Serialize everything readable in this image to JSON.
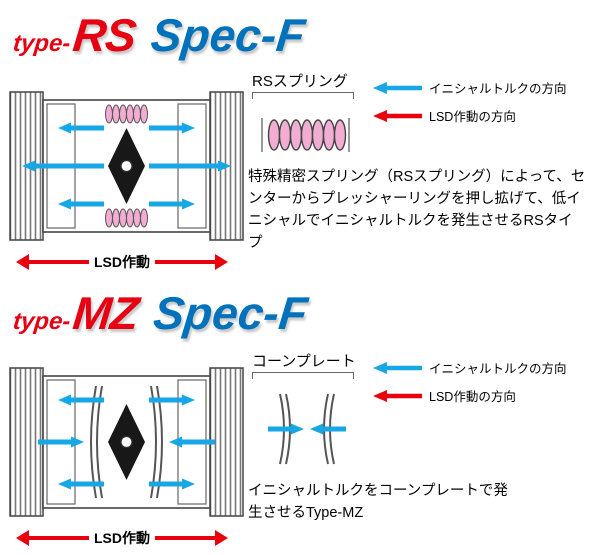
{
  "colors": {
    "logo_red": "#e60012",
    "logo_blue": "#0072bc",
    "torque_arrow_cyan": "#17a7e5",
    "lsd_arrow_red": "#e8000d",
    "spring_pink": "#f2aed2"
  },
  "rs": {
    "logo_prefix": "type-",
    "logo_model": "RS",
    "logo_spec": "Spec-F",
    "part_label": "RSスプリング",
    "legend_initial_torque": "イニシャルトルクの方向",
    "legend_lsd": "LSD作動の方向",
    "description": "特殊精密スプリング（RSスプリング）によって、センターからプレッシャーリングを押し拡げて、低イニシャルでイニシャルトルクを発生させるRSタイプ",
    "lsd_label": "LSD作動"
  },
  "mz": {
    "logo_prefix": "type-",
    "logo_model": "MZ",
    "logo_spec": "Spec-F",
    "part_label": "コーンプレート",
    "legend_initial_torque": "イニシャルトルクの方向",
    "legend_lsd": "LSD作動の方向",
    "description": "イニシャルトルクをコーンプレートで発生させるType-MZ",
    "lsd_label": "LSD作動"
  }
}
